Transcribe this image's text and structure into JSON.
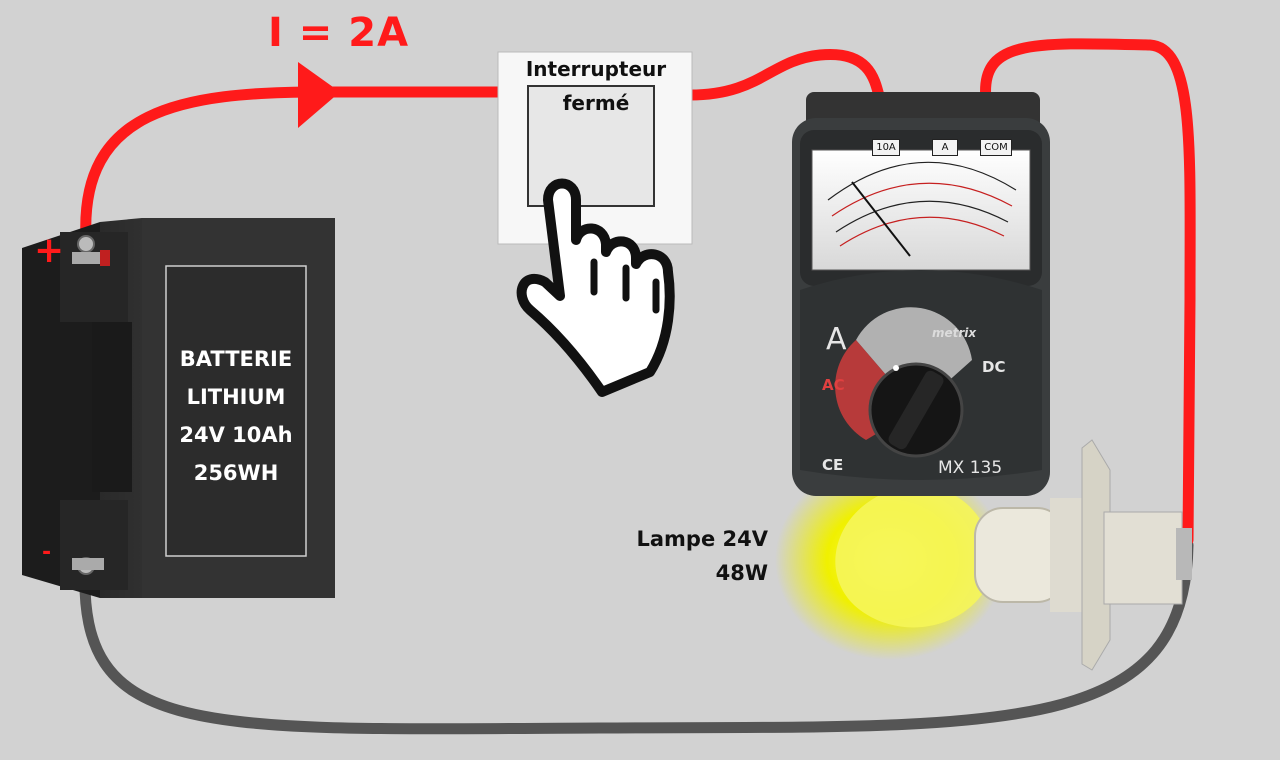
{
  "current_label": "I = 2A",
  "battery": {
    "lines": [
      "BATTERIE",
      "LITHIUM",
      "24V 10Ah",
      "256WH"
    ],
    "plus": "+",
    "minus": "-"
  },
  "switch": {
    "lines": [
      "Interrupteur",
      "fermé"
    ]
  },
  "lamp": {
    "lines": [
      "Lampe 24V",
      "48W"
    ]
  },
  "multimeter": {
    "brand": "metrix",
    "unit": "A",
    "ac": "AC",
    "dc": "DC",
    "model": "MX 135",
    "ce": "CE",
    "terminals": [
      "10A",
      "A",
      "COM"
    ]
  },
  "colors": {
    "positive_wire": "#ff1a1a",
    "negative_wire": "#555555",
    "background": "#d2d2d2",
    "lamp_glow": "#f2f200"
  },
  "icons": [
    "hand-pointer-icon",
    "light-bulb-icon",
    "battery-icon",
    "current-arrow-icon",
    "multimeter-icon"
  ]
}
